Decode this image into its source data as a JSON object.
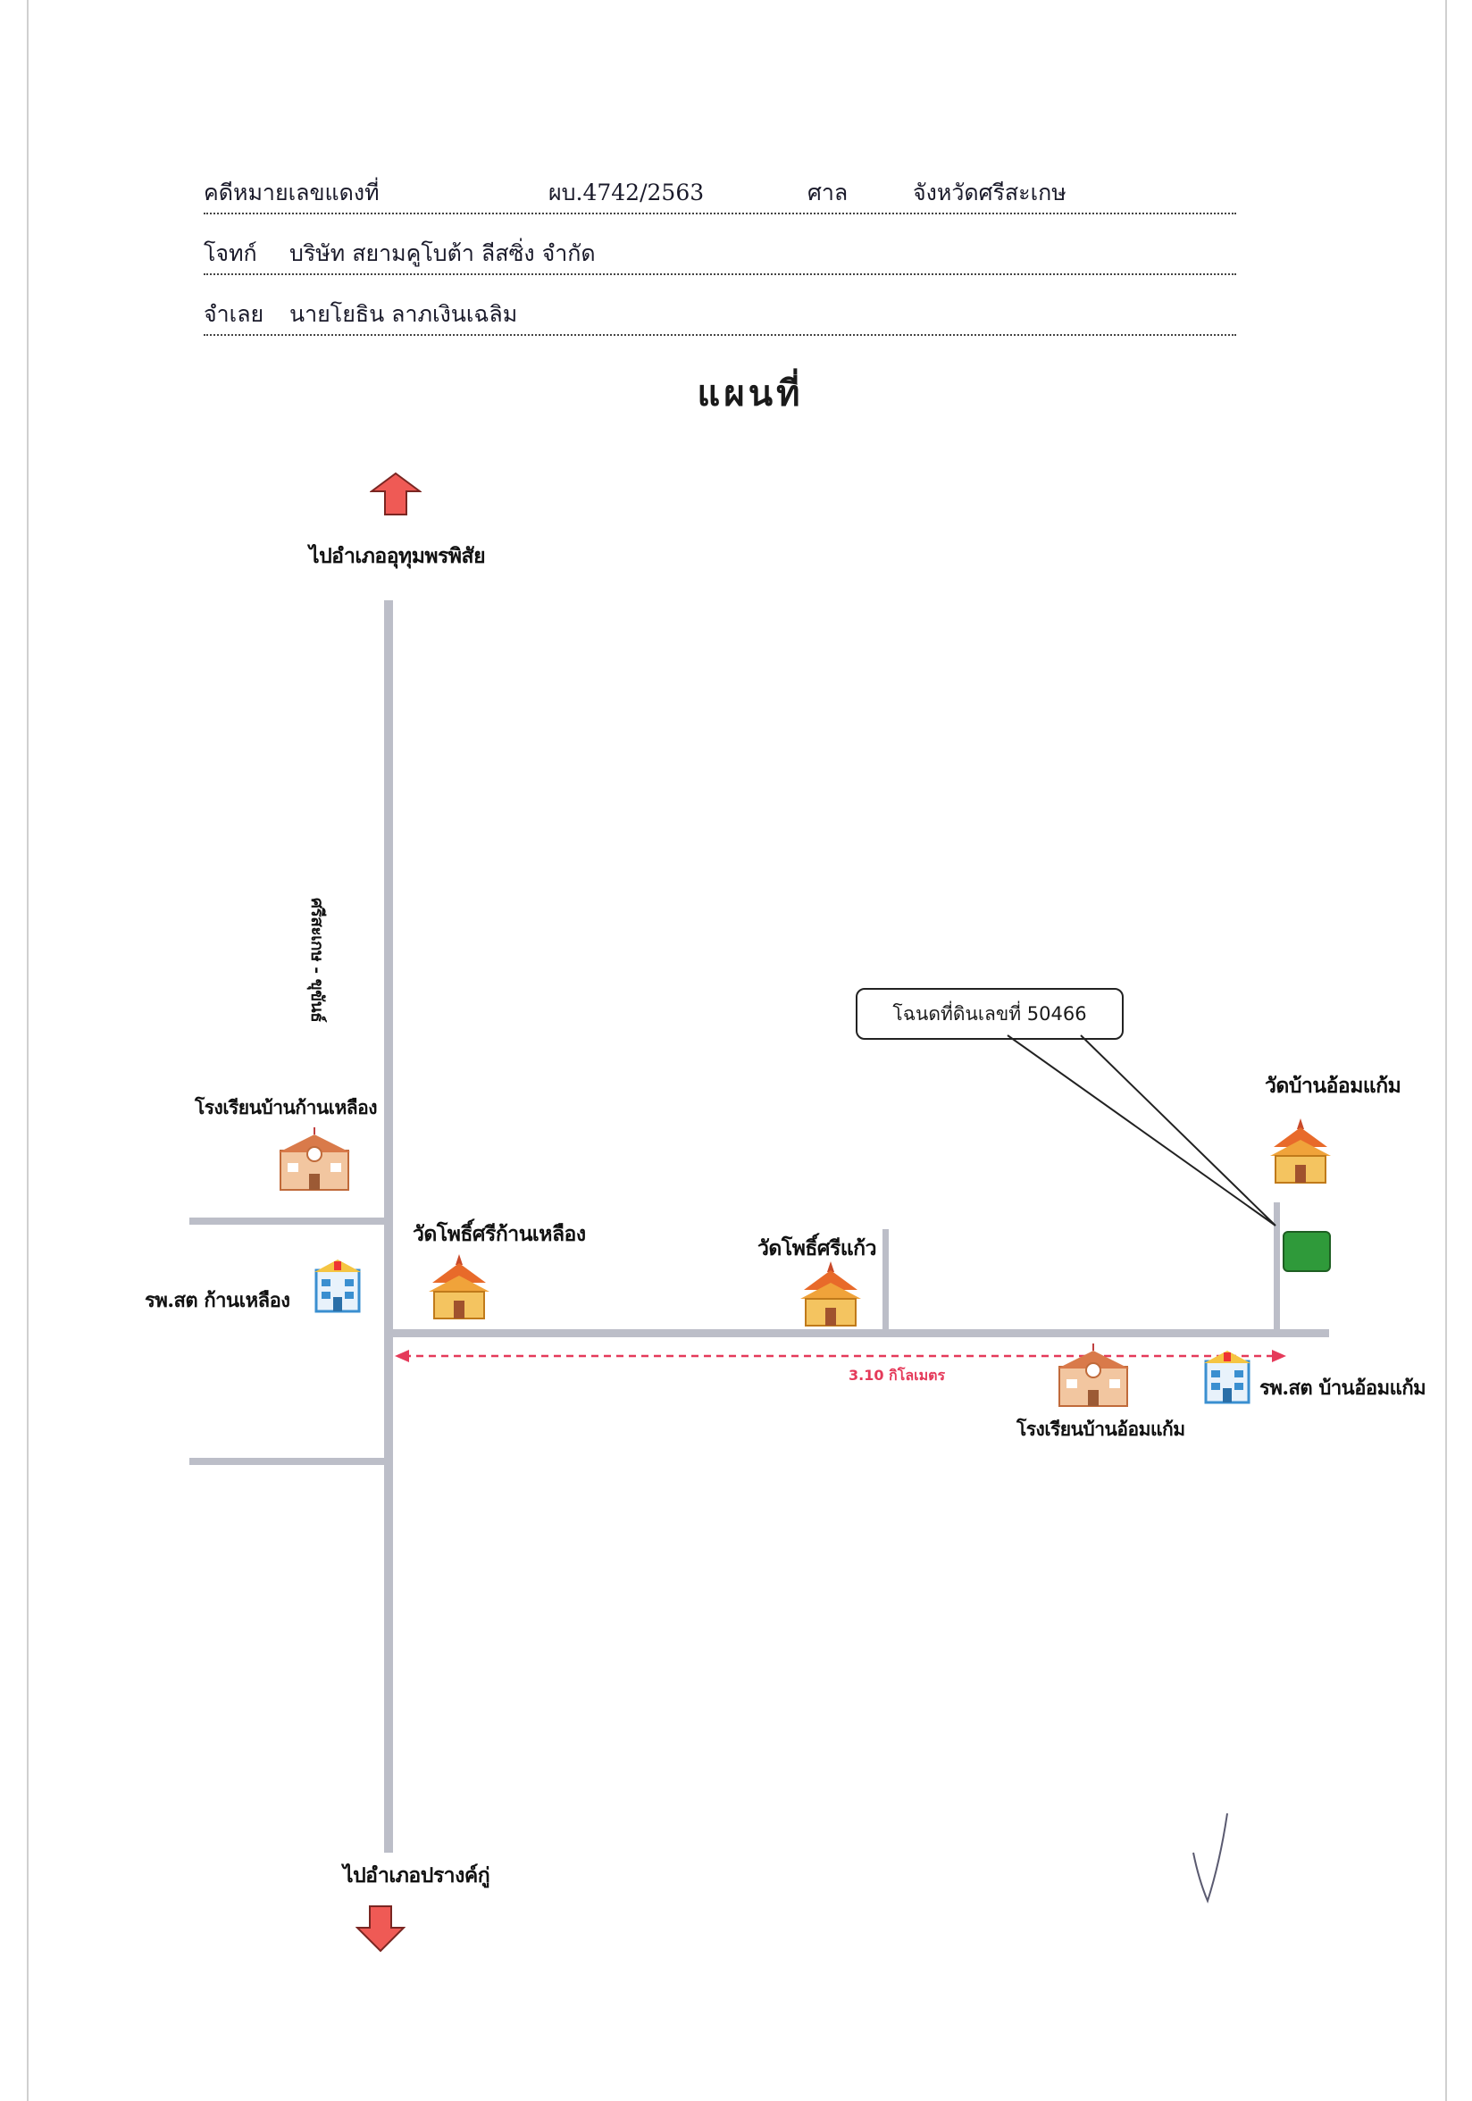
{
  "header": {
    "case_label": "คดีหมายเลขแดงที่",
    "case_number": "ผบ.4742/2563",
    "court_label": "ศาล",
    "court_name": "จังหวัดศรีสะเกษ",
    "plaintiff_label": "โจทก์",
    "plaintiff_name": "บริษัท สยามคูโบต้า ลีสซิ่ง จำกัด",
    "defendant_label": "จำเลย",
    "defendant_name": "นายโยธิน ลาภเงินเฉลิม"
  },
  "title": "แผนที่",
  "map": {
    "north_direction": "ไปอำเภออุทุมพรพิสัย",
    "south_direction": "ไปอำเภอปรางค์กู่",
    "main_road": "ศรีสะเกษ - ขุขันธ์",
    "callout": "โฉนดที่ดินเลขที่ 50466",
    "distance": "3.10 กิโลเมตร",
    "places": {
      "school_kan_lueang": "โรงเรียนบ้านก้านเหลือง",
      "hospital_kan_lueang": "รพ.สต ก้านเหลือง",
      "temple_pho_si_kan_lueang": "วัดโพธิ์ศรีก้านเหลือง",
      "temple_pho_si_kaew": "วัดโพธิ์ศรีแก้ว",
      "temple_ban_om_kaem": "วัดบ้านอ้อมแก้ม",
      "school_ban_om_kaem": "โรงเรียนบ้านอ้อมแก้ม",
      "hospital_ban_om_kaem": "รพ.สต บ้านอ้อมแก้ม"
    }
  },
  "colors": {
    "road": "#bcbec8",
    "arrow": "#ef5a55",
    "plot": "#2f9a3a",
    "distance": "#e53a5a",
    "temple": "#e0891f",
    "school": "#d07a3a",
    "hospital": "#3a8fd0"
  }
}
